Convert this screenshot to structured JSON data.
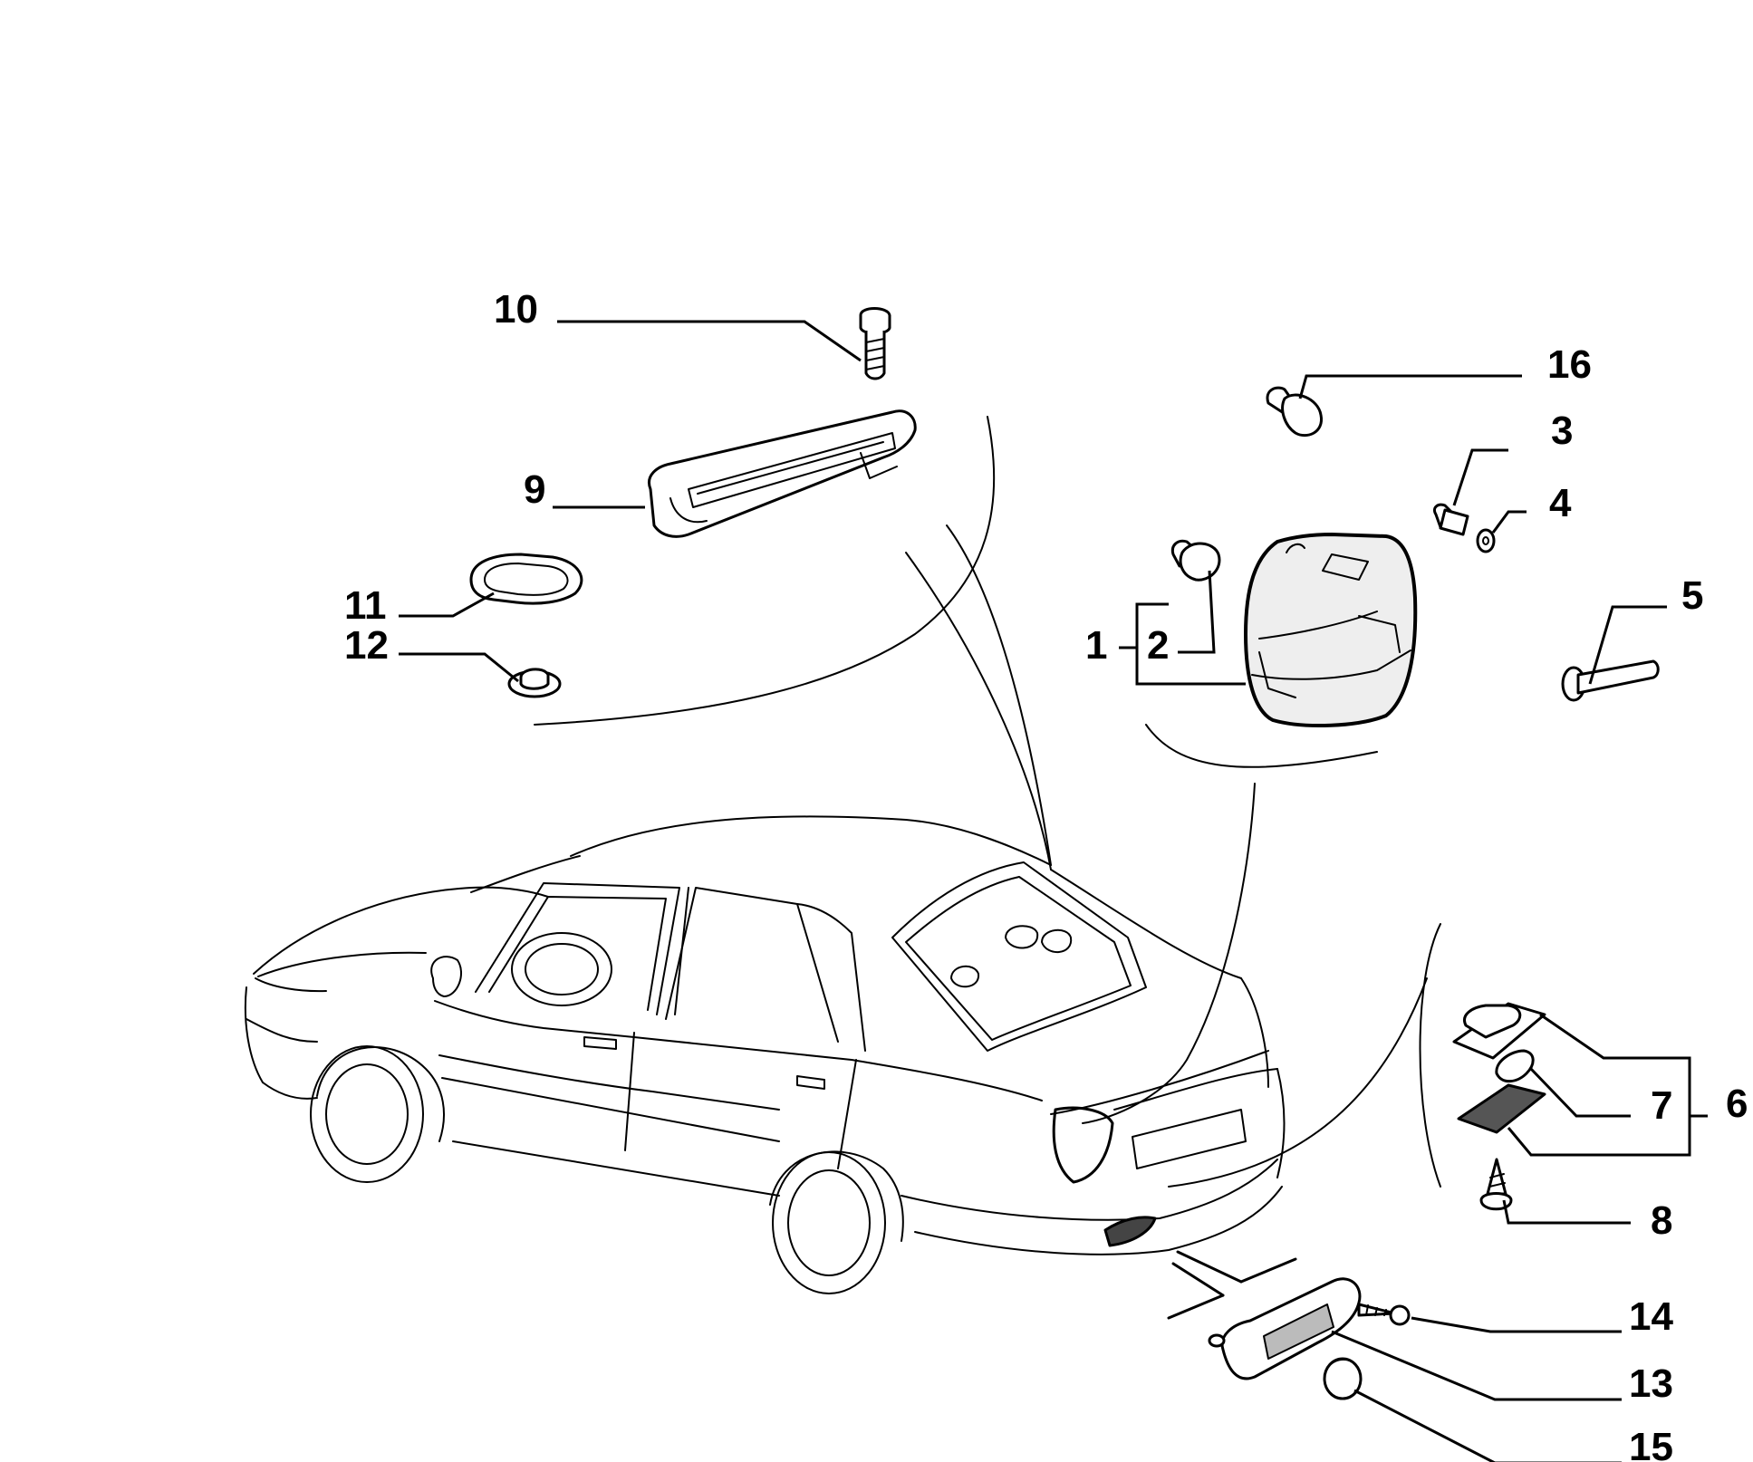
{
  "callouts": {
    "c1": "1",
    "c2": "2",
    "c3": "3",
    "c4": "4",
    "c5": "5",
    "c6": "6",
    "c7": "7",
    "c8": "8",
    "c9": "9",
    "c10": "10",
    "c11": "11",
    "c12": "12",
    "c13": "13",
    "c14": "14",
    "c15": "15",
    "c16": "16"
  },
  "parts": {
    "1": "tail-light-assembly",
    "2": "bulb",
    "3": "screw",
    "4": "washer",
    "5": "pin",
    "6": "license-plate-light-assembly",
    "7": "lens",
    "8": "screw",
    "9": "third-brake-light",
    "10": "bolt",
    "11": "gasket",
    "12": "grommet",
    "13": "reflector",
    "14": "screw",
    "15": "cap",
    "16": "bulb"
  }
}
